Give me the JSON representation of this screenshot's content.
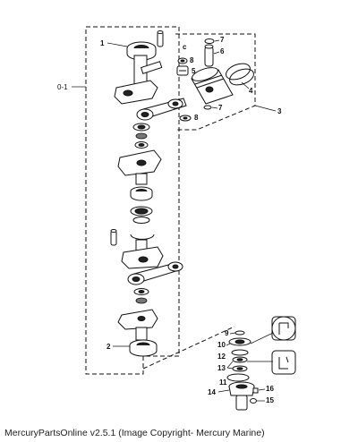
{
  "diagram": {
    "assembly_label": "0-1",
    "callouts": {
      "c1": "1",
      "c2": "2",
      "c3": "3",
      "c4": "4",
      "c5": "5",
      "c6": "6",
      "c7a": "7",
      "c7b": "7",
      "c8a": "8",
      "c8b": "8",
      "c9": "9",
      "c10": "10",
      "c11": "11",
      "c12": "12",
      "c13": "13",
      "c14": "14",
      "c15": "15",
      "c16": "16"
    }
  },
  "footer": {
    "credit": "MercuryPartsOnline v2.5.1 (Image Copyright- Mercury Marine)"
  }
}
